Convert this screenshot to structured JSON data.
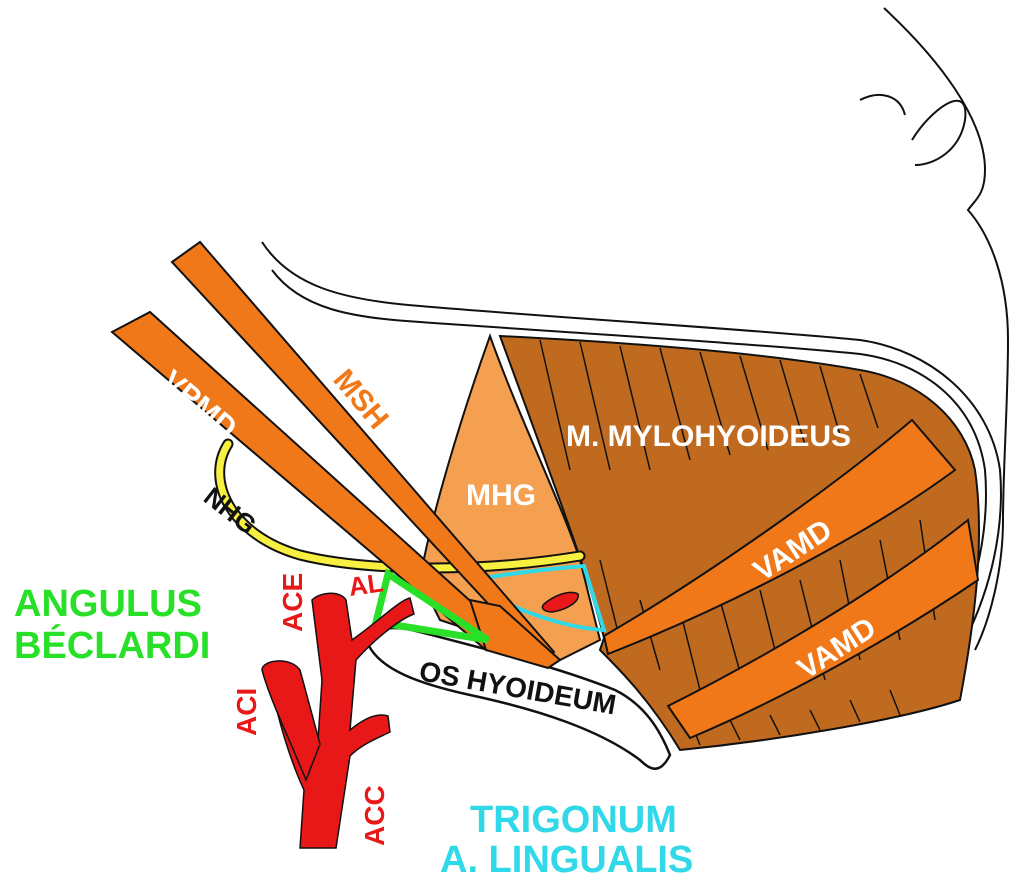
{
  "labels": {
    "vpmd": "VPMD",
    "msh": "MSH",
    "mhg": "MHG",
    "mylohyoideus": "M. MYLOHYOIDEUS",
    "vamd_upper": "VAMD",
    "vamd_lower": "VAMD",
    "nhg": "NHG",
    "al": "AL",
    "ace": "ACE",
    "aci": "ACI",
    "acc": "ACC",
    "angulus_line1": "ANGULUS",
    "angulus_line2": "BÉCLARDI",
    "os_hyoideum": "OS HYOIDEUM",
    "trigonum_line1": "TRIGONUM",
    "trigonum_line2": "A. LINGUALIS"
  },
  "colors": {
    "muscle_orange": "#f07818",
    "mylohyoid_brown": "#c06a20",
    "hyoglossus_tan": "#f4a050",
    "nerve_yellow": "#f8f040",
    "artery_red": "#e81818",
    "angulus_green": "#28e028",
    "trigonum_cyan": "#30d8e8",
    "outline": "#111111"
  }
}
